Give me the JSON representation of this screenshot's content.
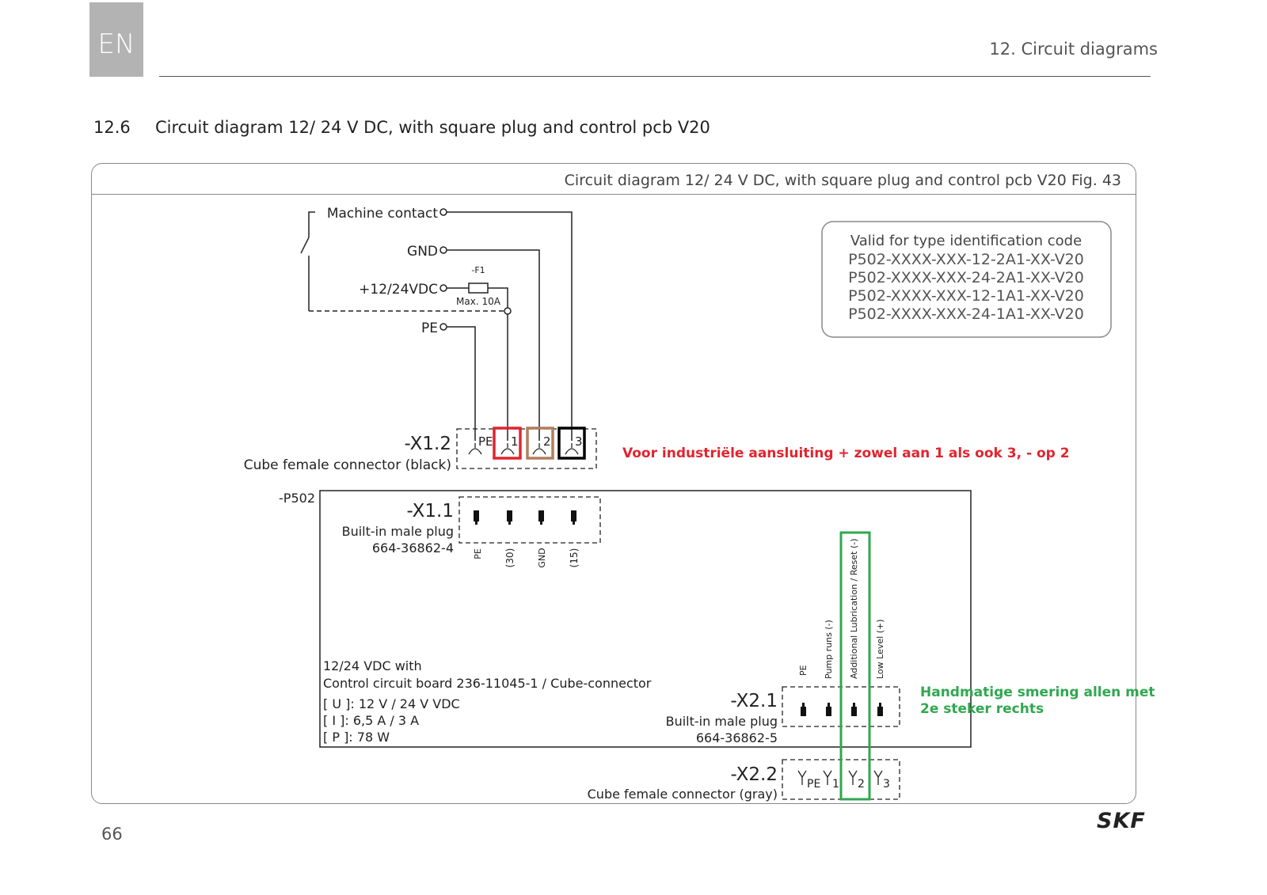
{
  "header": {
    "language": "EN",
    "chapter": "12. Circuit diagrams"
  },
  "section": {
    "number": "12.6",
    "title": "Circuit diagram 12/ 24 V DC, with square plug and control pcb V20"
  },
  "figure": {
    "caption": "Circuit diagram 12/ 24 V DC, with square plug and control pcb V20 Fig. 43",
    "validity_box": {
      "heading": "Valid for type identification code",
      "codes": [
        "P502-XXXX-XXX-12-2A1-XX-V20",
        "P502-XXXX-XXX-24-2A1-XX-V20",
        "P502-XXXX-XXX-12-1A1-XX-V20",
        "P502-XXXX-XXX-24-1A1-XX-V20"
      ]
    },
    "inputs": {
      "machine_contact": "Machine contact",
      "gnd": "GND",
      "supply": "+12/24VDC",
      "pe": "PE",
      "fuse_name": "-F1",
      "fuse_rating": "Max. 10A"
    },
    "x12": {
      "id": "-X1.2",
      "description": "Cube female connector (black)",
      "pins": [
        "PE",
        "1",
        "2",
        "3"
      ]
    },
    "pump": {
      "id": "-P502"
    },
    "x11": {
      "id": "-X1.1",
      "line1": "Built-in male plug",
      "line2": "664-36862-4",
      "pin_labels": [
        "PE",
        "(30)",
        "GND",
        "(15)"
      ]
    },
    "control_board": {
      "line1": "12/24 VDC with",
      "line2": "Control circuit board 236-11045-1 / Cube-connector",
      "u": "[ U ]: 12 V / 24 V VDC",
      "i": "[ I ]: 6,5 A / 3 A",
      "p": "[ P ]: 78 W"
    },
    "x21": {
      "id": "-X2.1",
      "line1": "Built-in male plug",
      "line2": "664-36862-5",
      "pin_labels": [
        "PE",
        "Pump runs (-)",
        "Additional Lubrication / Reset (-)",
        "Low Level (+)"
      ]
    },
    "x22": {
      "id": "-X2.2",
      "description": "Cube female connector (gray)",
      "pins": [
        "PE",
        "1",
        "2",
        "3"
      ]
    },
    "annotations": {
      "red_note": "Voor industriële aansluiting + zowel aan 1 als ook 3, - op 2",
      "green_note_line1": "Handmatige smering allen met",
      "green_note_line2": "2e steker rechts"
    },
    "colors": {
      "red": "#e0252f",
      "brown": "#b07f5c",
      "black": "#000000",
      "green": "#2fa84f"
    }
  },
  "footer": {
    "page_number": "66",
    "logo_text": "SKF"
  }
}
